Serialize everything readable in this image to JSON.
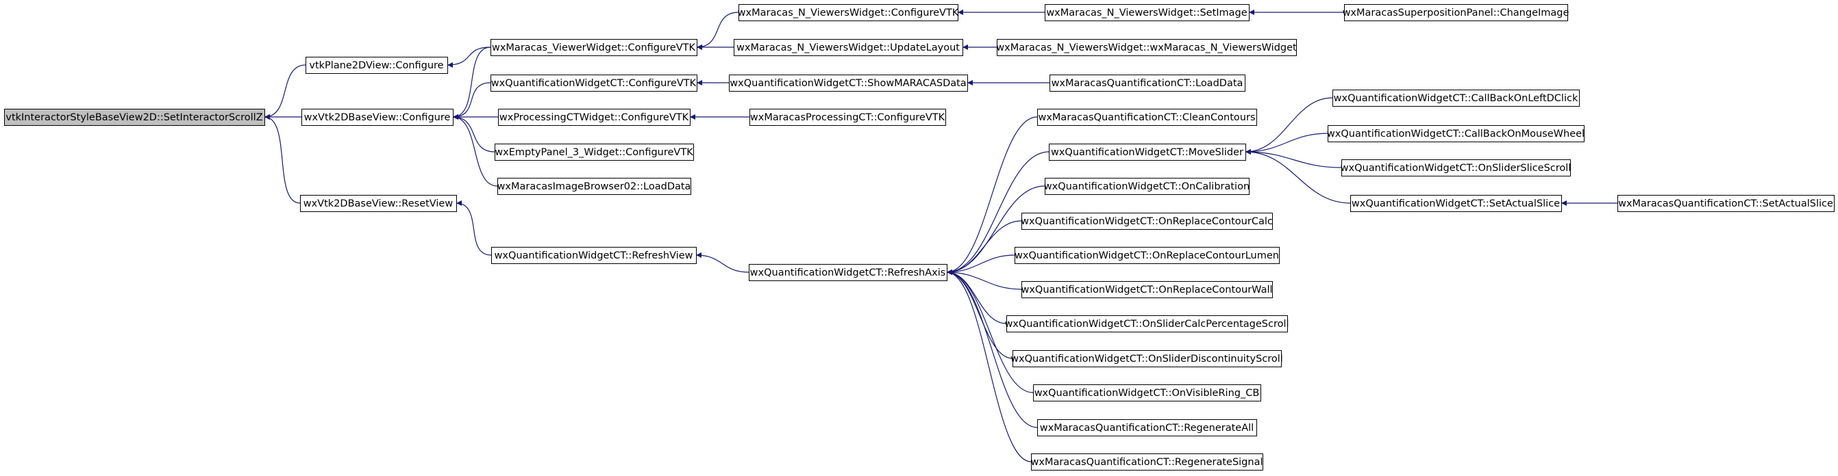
{
  "colors": {
    "edge": "#191970",
    "node_border": "#000000",
    "node_fill": "#ffffff",
    "root_fill": "#bfbfbf",
    "text": "#000000"
  },
  "nodes": [
    {
      "id": "root",
      "label": "vtkInteractorStyleBaseView2D::SetInteractorScrollZ",
      "root": true
    },
    {
      "id": "vtkPlane2DView_Configure",
      "label": "vtkPlane2DView::Configure"
    },
    {
      "id": "wxVtk2DBaseView_Configure",
      "label": "wxVtk2DBaseView::Configure"
    },
    {
      "id": "wxVtk2DBaseView_ResetView",
      "label": "wxVtk2DBaseView::ResetView"
    },
    {
      "id": "wxMaracas_ViewerWidget_ConfigureVTK",
      "label": "wxMaracas_ViewerWidget::ConfigureVTK"
    },
    {
      "id": "wxQuantificationWidgetCT_ConfigureVTK",
      "label": "wxQuantificationWidgetCT::ConfigureVTK"
    },
    {
      "id": "wxProcessingCTWidget_ConfigureVTK",
      "label": "wxProcessingCTWidget::ConfigureVTK"
    },
    {
      "id": "wxEmptyPanel_3_Widget_ConfigureVTK",
      "label": "wxEmptyPanel_3_Widget::ConfigureVTK"
    },
    {
      "id": "wxMaracasImageBrowser02_LoadData",
      "label": "wxMaracasImageBrowser02::LoadData"
    },
    {
      "id": "wxQuantificationWidgetCT_RefreshView",
      "label": "wxQuantificationWidgetCT::RefreshView"
    },
    {
      "id": "wxMaracas_N_ViewersWidget_ConfigureVTK",
      "label": "wxMaracas_N_ViewersWidget::ConfigureVTK"
    },
    {
      "id": "wxMaracas_N_ViewersWidget_UpdateLayout",
      "label": "wxMaracas_N_ViewersWidget::UpdateLayout"
    },
    {
      "id": "wxQuantificationWidgetCT_ShowMARACASData",
      "label": "wxQuantificationWidgetCT::ShowMARACASData"
    },
    {
      "id": "wxMaracasProcessingCT_ConfigureVTK",
      "label": "wxMaracasProcessingCT::ConfigureVTK"
    },
    {
      "id": "wxQuantificationWidgetCT_RefreshAxis",
      "label": "wxQuantificationWidgetCT::RefreshAxis"
    },
    {
      "id": "wxMaracas_N_ViewersWidget_SetImage",
      "label": "wxMaracas_N_ViewersWidget::SetImage"
    },
    {
      "id": "wxMaracas_N_ViewersWidget_ctor",
      "label": "wxMaracas_N_ViewersWidget::wxMaracas_N_ViewersWidget"
    },
    {
      "id": "wxMaracasQuantificationCT_LoadData",
      "label": "wxMaracasQuantificationCT::LoadData"
    },
    {
      "id": "wxMaracasQuantificationCT_CleanContours",
      "label": "wxMaracasQuantificationCT::CleanContours"
    },
    {
      "id": "wxQuantificationWidgetCT_MoveSlider",
      "label": "wxQuantificationWidgetCT::MoveSlider"
    },
    {
      "id": "wxQuantificationWidgetCT_OnCalibration",
      "label": "wxQuantificationWidgetCT::OnCalibration"
    },
    {
      "id": "wxQuantificationWidgetCT_OnReplaceContourCalc",
      "label": "wxQuantificationWidgetCT::OnReplaceContourCalc"
    },
    {
      "id": "wxQuantificationWidgetCT_OnReplaceContourLumen",
      "label": "wxQuantificationWidgetCT::OnReplaceContourLumen"
    },
    {
      "id": "wxQuantificationWidgetCT_OnReplaceContourWall",
      "label": "wxQuantificationWidgetCT::OnReplaceContourWall"
    },
    {
      "id": "wxQuantificationWidgetCT_OnSliderCalcPercentageScroll",
      "label": "wxQuantificationWidgetCT::OnSliderCalcPercentageScroll"
    },
    {
      "id": "wxQuantificationWidgetCT_OnSliderDiscontinuityScroll",
      "label": "wxQuantificationWidgetCT::OnSliderDiscontinuityScroll"
    },
    {
      "id": "wxQuantificationWidgetCT_OnVisibleRing_CB",
      "label": "wxQuantificationWidgetCT::OnVisibleRing_CB"
    },
    {
      "id": "wxMaracasQuantificationCT_RegenerateAll",
      "label": "wxMaracasQuantificationCT::RegenerateAll"
    },
    {
      "id": "wxMaracasQuantificationCT_RegenerateSignal",
      "label": "wxMaracasQuantificationCT::RegenerateSignal"
    },
    {
      "id": "wxMaracasSuperpositionPanel_ChangeImage",
      "label": "wxMaracasSuperpositionPanel::ChangeImage"
    },
    {
      "id": "wxQuantificationWidgetCT_CallBackOnLeftDClick",
      "label": "wxQuantificationWidgetCT::CallBackOnLeftDClick"
    },
    {
      "id": "wxQuantificationWidgetCT_CallBackOnMouseWheel",
      "label": "wxQuantificationWidgetCT::CallBackOnMouseWheel"
    },
    {
      "id": "wxQuantificationWidgetCT_OnSliderSliceScroll",
      "label": "wxQuantificationWidgetCT::OnSliderSliceScroll"
    },
    {
      "id": "wxQuantificationWidgetCT_SetActualSlice",
      "label": "wxQuantificationWidgetCT::SetActualSlice"
    },
    {
      "id": "wxMaracasQuantificationCT_SetActualSlice",
      "label": "wxMaracasQuantificationCT::SetActualSlice"
    }
  ],
  "edges": [
    {
      "from": "vtkPlane2DView_Configure",
      "to": "root"
    },
    {
      "from": "wxVtk2DBaseView_Configure",
      "to": "root"
    },
    {
      "from": "wxVtk2DBaseView_ResetView",
      "to": "root"
    },
    {
      "from": "wxMaracas_ViewerWidget_ConfigureVTK",
      "to": "vtkPlane2DView_Configure"
    },
    {
      "from": "wxMaracas_ViewerWidget_ConfigureVTK",
      "to": "wxVtk2DBaseView_Configure"
    },
    {
      "from": "wxQuantificationWidgetCT_ConfigureVTK",
      "to": "wxVtk2DBaseView_Configure"
    },
    {
      "from": "wxProcessingCTWidget_ConfigureVTK",
      "to": "wxVtk2DBaseView_Configure"
    },
    {
      "from": "wxEmptyPanel_3_Widget_ConfigureVTK",
      "to": "wxVtk2DBaseView_Configure"
    },
    {
      "from": "wxMaracasImageBrowser02_LoadData",
      "to": "wxVtk2DBaseView_Configure"
    },
    {
      "from": "wxQuantificationWidgetCT_RefreshView",
      "to": "wxVtk2DBaseView_ResetView"
    },
    {
      "from": "wxMaracas_N_ViewersWidget_ConfigureVTK",
      "to": "wxMaracas_ViewerWidget_ConfigureVTK"
    },
    {
      "from": "wxMaracas_N_ViewersWidget_UpdateLayout",
      "to": "wxMaracas_ViewerWidget_ConfigureVTK"
    },
    {
      "from": "wxQuantificationWidgetCT_ShowMARACASData",
      "to": "wxQuantificationWidgetCT_ConfigureVTK"
    },
    {
      "from": "wxMaracasProcessingCT_ConfigureVTK",
      "to": "wxProcessingCTWidget_ConfigureVTK"
    },
    {
      "from": "wxQuantificationWidgetCT_RefreshAxis",
      "to": "wxQuantificationWidgetCT_RefreshView"
    },
    {
      "from": "wxMaracas_N_ViewersWidget_SetImage",
      "to": "wxMaracas_N_ViewersWidget_ConfigureVTK"
    },
    {
      "from": "wxMaracas_N_ViewersWidget_ctor",
      "to": "wxMaracas_N_ViewersWidget_UpdateLayout"
    },
    {
      "from": "wxMaracasQuantificationCT_LoadData",
      "to": "wxQuantificationWidgetCT_ShowMARACASData"
    },
    {
      "from": "wxMaracasSuperpositionPanel_ChangeImage",
      "to": "wxMaracas_N_ViewersWidget_SetImage"
    },
    {
      "from": "wxMaracasQuantificationCT_CleanContours",
      "to": "wxQuantificationWidgetCT_RefreshAxis"
    },
    {
      "from": "wxQuantificationWidgetCT_MoveSlider",
      "to": "wxQuantificationWidgetCT_RefreshAxis"
    },
    {
      "from": "wxQuantificationWidgetCT_OnCalibration",
      "to": "wxQuantificationWidgetCT_RefreshAxis"
    },
    {
      "from": "wxQuantificationWidgetCT_OnReplaceContourCalc",
      "to": "wxQuantificationWidgetCT_RefreshAxis"
    },
    {
      "from": "wxQuantificationWidgetCT_OnReplaceContourLumen",
      "to": "wxQuantificationWidgetCT_RefreshAxis"
    },
    {
      "from": "wxQuantificationWidgetCT_OnReplaceContourWall",
      "to": "wxQuantificationWidgetCT_RefreshAxis"
    },
    {
      "from": "wxQuantificationWidgetCT_OnSliderCalcPercentageScroll",
      "to": "wxQuantificationWidgetCT_RefreshAxis"
    },
    {
      "from": "wxQuantificationWidgetCT_OnSliderDiscontinuityScroll",
      "to": "wxQuantificationWidgetCT_RefreshAxis"
    },
    {
      "from": "wxQuantificationWidgetCT_OnVisibleRing_CB",
      "to": "wxQuantificationWidgetCT_RefreshAxis"
    },
    {
      "from": "wxMaracasQuantificationCT_RegenerateAll",
      "to": "wxQuantificationWidgetCT_RefreshAxis"
    },
    {
      "from": "wxMaracasQuantificationCT_RegenerateSignal",
      "to": "wxQuantificationWidgetCT_RefreshAxis"
    },
    {
      "from": "wxQuantificationWidgetCT_CallBackOnLeftDClick",
      "to": "wxQuantificationWidgetCT_MoveSlider"
    },
    {
      "from": "wxQuantificationWidgetCT_CallBackOnMouseWheel",
      "to": "wxQuantificationWidgetCT_MoveSlider"
    },
    {
      "from": "wxQuantificationWidgetCT_OnSliderSliceScroll",
      "to": "wxQuantificationWidgetCT_MoveSlider"
    },
    {
      "from": "wxQuantificationWidgetCT_SetActualSlice",
      "to": "wxQuantificationWidgetCT_MoveSlider"
    },
    {
      "from": "wxMaracasQuantificationCT_SetActualSlice",
      "to": "wxQuantificationWidgetCT_SetActualSlice"
    }
  ]
}
